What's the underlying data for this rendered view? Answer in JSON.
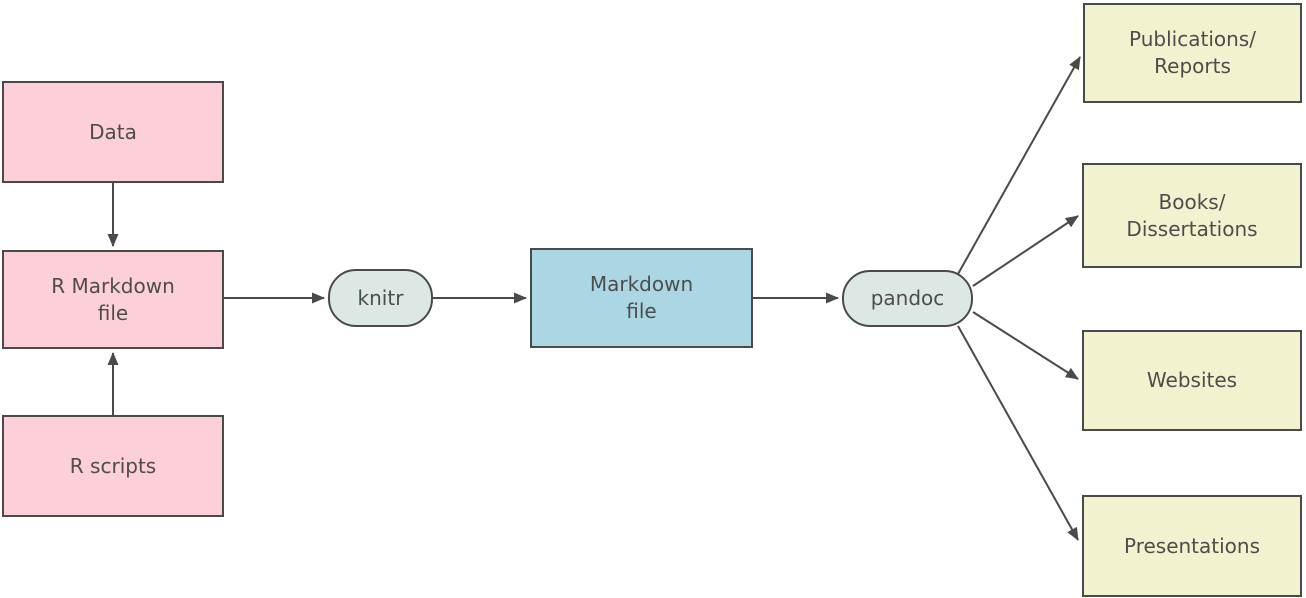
{
  "diagram": {
    "description": "R Markdown workflow flowchart",
    "colors": {
      "input_box_fill": "#fdcfd8",
      "intermediate_box_fill": "#abd7e5",
      "tool_pill_fill": "#dce8e4",
      "output_box_fill": "#f2f2cf",
      "border": "#4a4a4a",
      "text": "#4d4d4d",
      "arrow": "#4a4a4a",
      "background": "#ffffff"
    },
    "nodes": {
      "data": {
        "label": "Data"
      },
      "rmarkdown": {
        "line1": "R Markdown",
        "line2": "file"
      },
      "rscripts": {
        "label": "R scripts"
      },
      "knitr": {
        "label": "knitr"
      },
      "markdown": {
        "line1": "Markdown",
        "line2": "file"
      },
      "pandoc": {
        "label": "pandoc"
      },
      "publications": {
        "line1": "Publications/",
        "line2": "Reports"
      },
      "books": {
        "line1": "Books/",
        "line2": "Dissertations"
      },
      "websites": {
        "label": "Websites"
      },
      "presentations": {
        "label": "Presentations"
      }
    },
    "edges": [
      {
        "from": "Data",
        "to": "R Markdown file"
      },
      {
        "from": "R scripts",
        "to": "R Markdown file"
      },
      {
        "from": "R Markdown file",
        "to": "knitr"
      },
      {
        "from": "knitr",
        "to": "Markdown file"
      },
      {
        "from": "Markdown file",
        "to": "pandoc"
      },
      {
        "from": "pandoc",
        "to": "Publications/Reports"
      },
      {
        "from": "pandoc",
        "to": "Books/Dissertations"
      },
      {
        "from": "pandoc",
        "to": "Websites"
      },
      {
        "from": "pandoc",
        "to": "Presentations"
      }
    ]
  }
}
